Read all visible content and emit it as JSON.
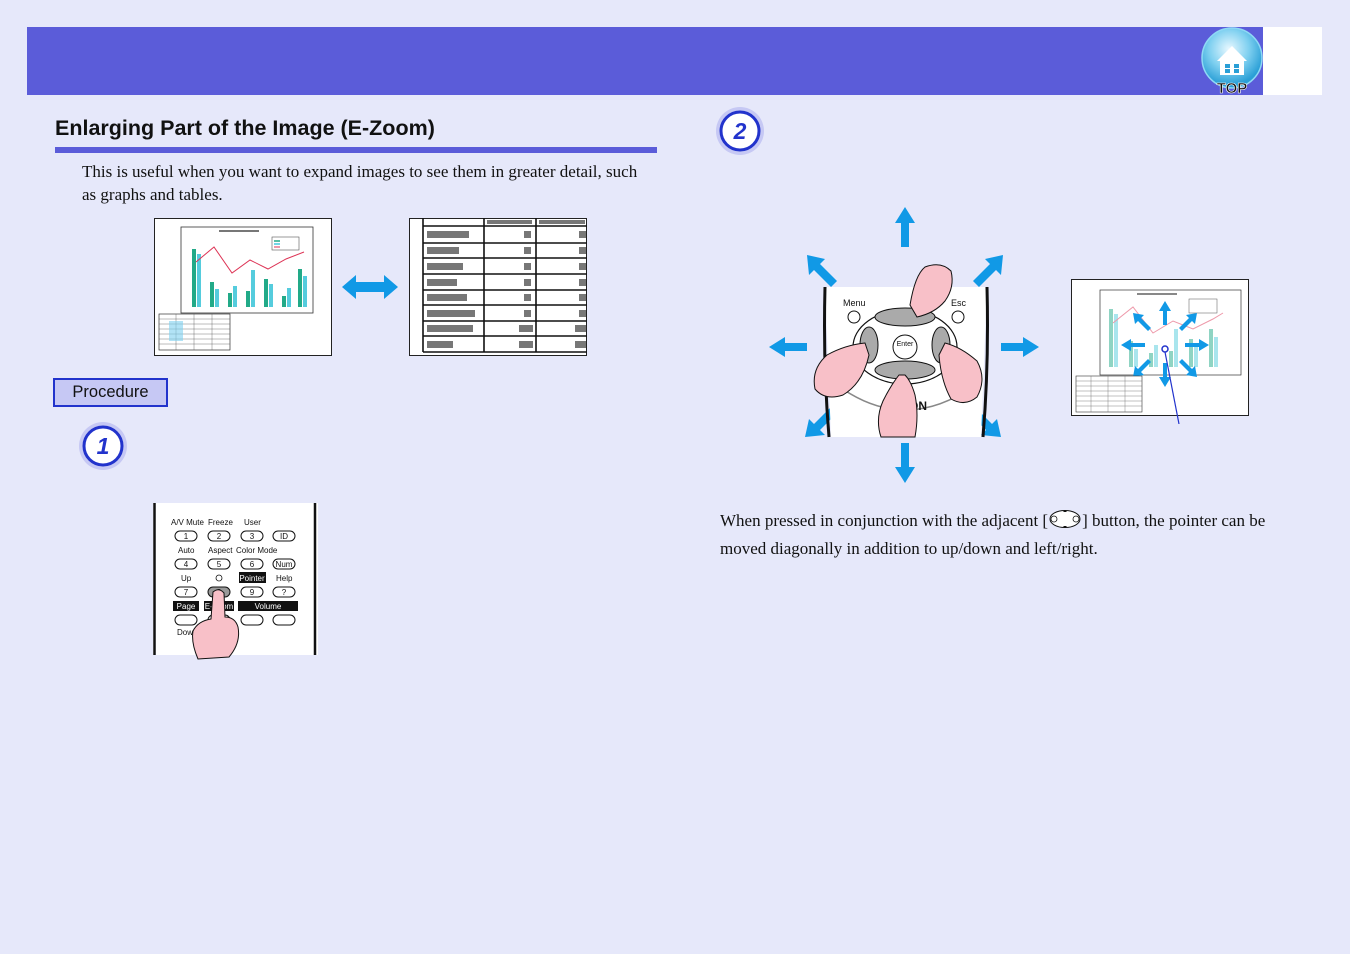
{
  "header": {
    "top_button_label": "TOP",
    "accent_color": "#5b5cd9",
    "icon": "house-icon"
  },
  "section": {
    "title": "Enlarging Part of the Image (E-Zoom)",
    "intro": "This is useful when you want to expand images to see them in greater detail, such as graphs and tables."
  },
  "procedure": {
    "label": "Procedure",
    "steps": [
      {
        "number": "1"
      },
      {
        "number": "2"
      }
    ]
  },
  "remote1": {
    "row1": [
      "A/V Mute",
      "Freeze",
      "User"
    ],
    "row1_keys": [
      "1",
      "2",
      "3",
      "ID"
    ],
    "row2": [
      "Auto",
      "Aspect",
      "Color Mode"
    ],
    "row2_keys": [
      "4",
      "5",
      "6",
      "Num"
    ],
    "row3": [
      "Up",
      "Pointer",
      "Help"
    ],
    "row3_keys": [
      "7",
      "8",
      "9",
      "?"
    ],
    "row4": [
      "Page",
      "E-Zoom",
      "Volume"
    ],
    "down_label": "Down"
  },
  "remote2": {
    "menu_label": "Menu",
    "esc_label": "Esc",
    "enter_label": "Enter",
    "brand_fragment": "ON"
  },
  "step2": {
    "description_before": "When pressed in conjunction with the adjacent [",
    "description_after": "] button, the pointer can be moved diagonally in addition to up/down and left/right."
  }
}
